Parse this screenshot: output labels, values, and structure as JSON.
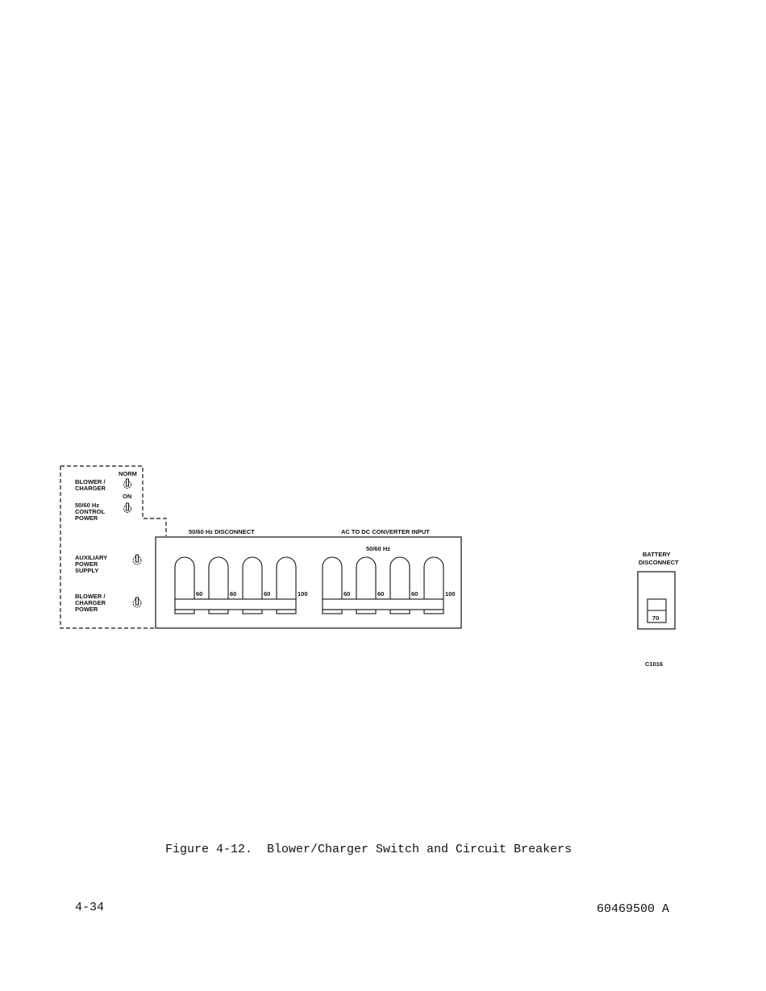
{
  "switch_panel": {
    "norm_label": "NORM",
    "blower_charger_label": [
      "BLOWER /",
      "CHARGER"
    ],
    "on_label": "ON",
    "control_power_label": [
      "50/60 Hz",
      "CONTROL",
      "POWER"
    ],
    "aux_power_label": [
      "AUXILIARY",
      "POWER",
      "SUPPLY"
    ],
    "blower_charger_power_label": [
      "BLOWER /",
      "CHARGER",
      "POWER"
    ]
  },
  "breaker_panel": {
    "disconnect_label": "50/60 Hz DISCONNECT",
    "converter_label": "AC TO DC CONVERTER INPUT",
    "converter_sub_label": "50/60 Hz",
    "group1_ratings": [
      "60",
      "60",
      "60",
      "100"
    ],
    "group2_ratings": [
      "60",
      "60",
      "60",
      "100"
    ]
  },
  "battery": {
    "label": [
      "BATTERY",
      "DISCONNECT"
    ],
    "rating": "70"
  },
  "figure_id": "C1016",
  "caption": "Figure 4-12.  Blower/Charger Switch and Circuit Breakers",
  "footer": {
    "page": "4-34",
    "doc": "60469500 A"
  }
}
